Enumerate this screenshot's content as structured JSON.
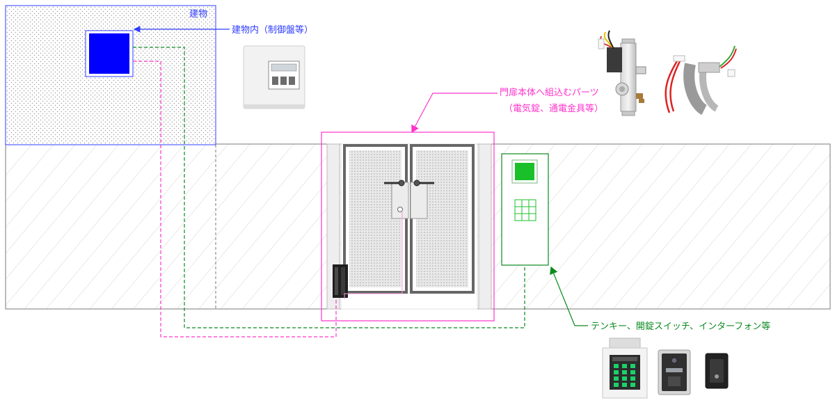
{
  "labels": {
    "building": "建物",
    "indoor": "建物内（制御盤等）",
    "gate_parts_line1": "門扉本体へ組込むパーツ",
    "gate_parts_line2": "（電気錠、通電金具等）",
    "exterior_devices": "テンキー、開錠スイッチ、インターフォン等"
  },
  "colors": {
    "building_blue": "#2f3cff",
    "control_box": "#0000ff",
    "magenta": "#ff33cc",
    "green": "#0a8a1e",
    "wall_line": "#7a7a7a",
    "hatch": "#cfcfcf",
    "dots": "#9a9a9a",
    "keypad_fill": "#19c02a"
  },
  "icons": {
    "control_panel": "control-panel-photo",
    "electric_lock": "electric-lock-photo",
    "power_transfer": "power-transfer-hinge-photo",
    "keypad": "keypad-photo",
    "intercom": "intercom-photo",
    "switch": "unlock-switch-photo"
  }
}
